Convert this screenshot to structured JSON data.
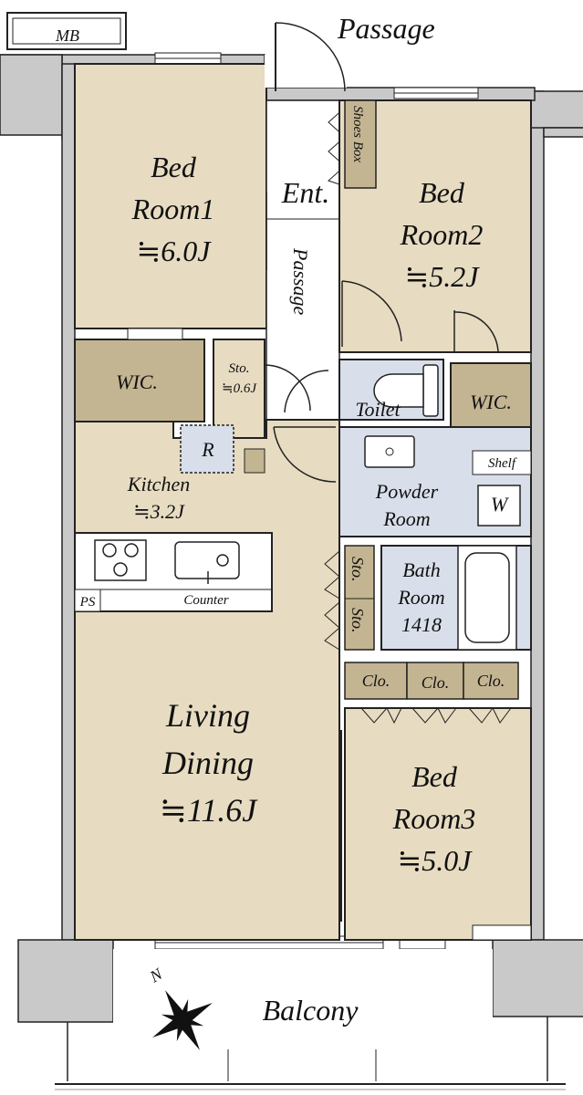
{
  "colors": {
    "room": "#e7dcc1",
    "storage": "#c4b592",
    "wet": "#d9dfea",
    "wall": "#c9c9c9",
    "floor_white": "#ffffff",
    "line": "#222222"
  },
  "labels": {
    "mb": "MB",
    "passage_top": "Passage",
    "bed1": [
      "Bed",
      "Room1",
      "≒6.0J"
    ],
    "bed2": [
      "Bed",
      "Room2",
      "≒5.2J"
    ],
    "bed3": [
      "Bed",
      "Room3",
      "≒5.0J"
    ],
    "shoes_box": "Shoes Box",
    "ent": "Ent.",
    "passage_inner": "Passage",
    "wic1": "WIC.",
    "wic2": "WIC.",
    "sto_small": [
      "Sto.",
      "≒0.6J"
    ],
    "toilet": "Toilet",
    "refrigerator": "R",
    "kitchen": [
      "Kitchen",
      "≒3.2J"
    ],
    "shelf": "Shelf",
    "powder": [
      "Powder",
      "Room"
    ],
    "washer": "W",
    "sto_a": "Sto.",
    "sto_b": "Sto.",
    "bath": [
      "Bath",
      "Room",
      "1418"
    ],
    "ps": "PS",
    "counter": "Counter",
    "clo1": "Clo.",
    "clo2": "Clo.",
    "clo3": "Clo.",
    "living": [
      "Living",
      "Dining",
      "≒11.6J"
    ],
    "balcony": "Balcony",
    "compass": "N"
  }
}
